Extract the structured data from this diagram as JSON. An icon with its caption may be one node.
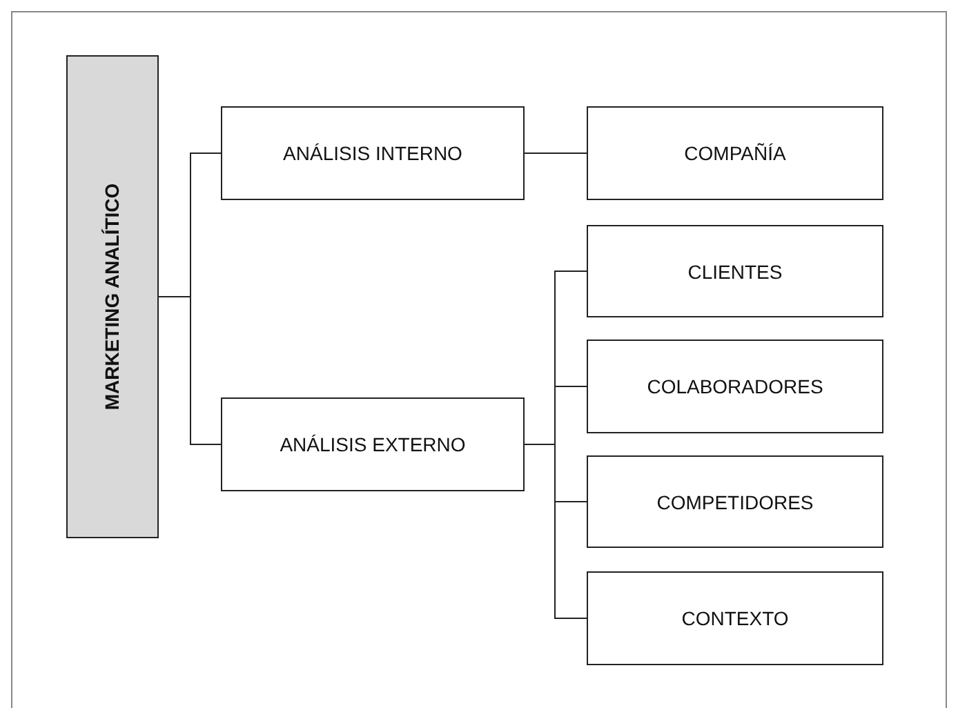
{
  "diagram": {
    "nodes": [
      {
        "text": [
          "MARKETING ANALÍTICO"
        ]
      },
      {
        "text": [
          "ANÁLISIS INTERNO"
        ]
      },
      {
        "text": [
          "ANÁLISIS EXTERNO"
        ]
      },
      {
        "text": [
          "COMPAÑÍA"
        ]
      },
      {
        "text": [
          "CLIENTES"
        ]
      },
      {
        "text": [
          "COLABORADORES"
        ]
      },
      {
        "text": [
          "COMPETIDORES"
        ]
      },
      {
        "text": [
          "CONTEXTO"
        ]
      }
    ],
    "edges": [
      {
        "from": 0,
        "to": 1,
        "arrow": "none"
      },
      {
        "from": 0,
        "to": 2,
        "arrow": "none"
      },
      {
        "from": 1,
        "to": 3,
        "arrow": "none"
      },
      {
        "from": 2,
        "to": 4,
        "arrow": "none"
      },
      {
        "from": 2,
        "to": 5,
        "arrow": "none"
      },
      {
        "from": 2,
        "to": 6,
        "arrow": "none"
      },
      {
        "from": 2,
        "to": 7,
        "arrow": "none"
      }
    ]
  }
}
